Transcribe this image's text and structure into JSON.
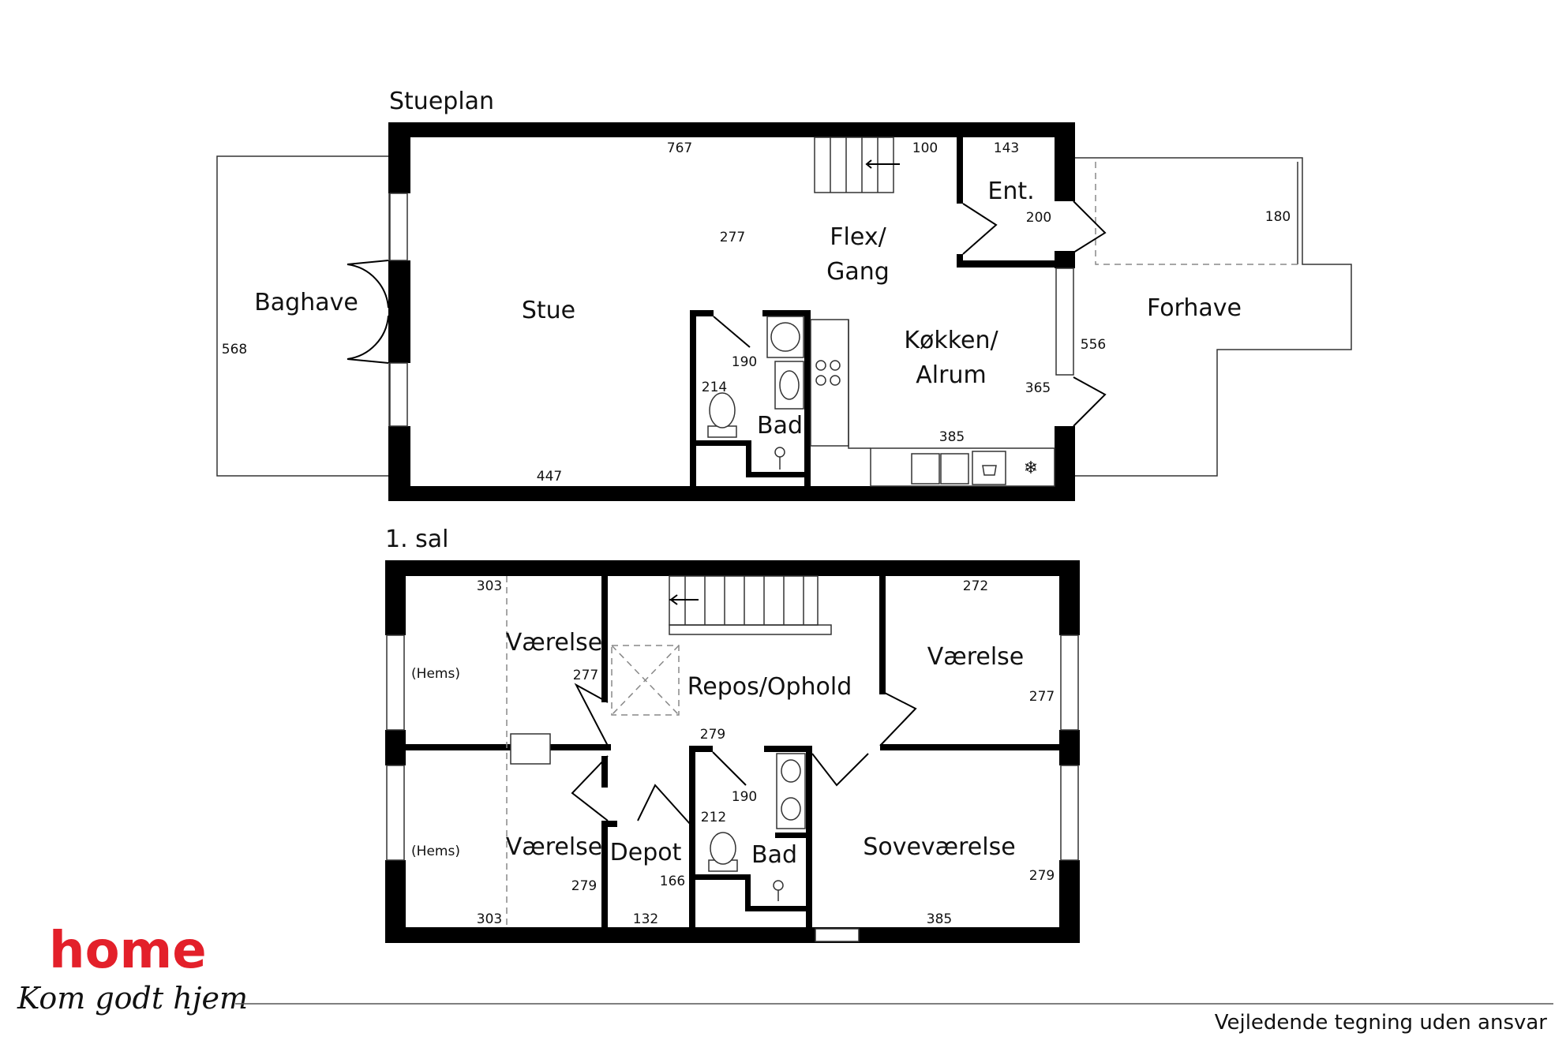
{
  "floors": {
    "ground": {
      "title": "Stueplan",
      "rooms": {
        "baghave": "Baghave",
        "stue": "Stue",
        "flex": "Flex/",
        "gang": "Gang",
        "ent": "Ent.",
        "kokken": "Køkken/",
        "alrum": "Alrum",
        "bad": "Bad",
        "forhave": "Forhave"
      },
      "dimensions": {
        "d767": "767",
        "d100": "100",
        "d143": "143",
        "d200": "200",
        "d180": "180",
        "d277": "277",
        "d568": "568",
        "d190": "190",
        "d214": "214",
        "d556": "556",
        "d365": "365",
        "d385": "385",
        "d447": "447"
      }
    },
    "first": {
      "title": "1. sal",
      "rooms": {
        "vaerelse1": "Værelse",
        "hems1": "(Hems)",
        "repos": "Repos/Ophold",
        "vaerelse2": "Værelse",
        "vaerelse3": "Værelse",
        "hems2": "(Hems)",
        "depot": "Depot",
        "bad": "Bad",
        "sovevaerelse": "Soveværelse"
      },
      "dimensions": {
        "d303a": "303",
        "d272": "272",
        "d277a": "277",
        "d277b": "277",
        "d279a": "279",
        "d190": "190",
        "d212": "212",
        "d279b": "279",
        "d166": "166",
        "d279c": "279",
        "d303b": "303",
        "d132": "132",
        "d385": "385"
      }
    }
  },
  "branding": {
    "logo": "home",
    "slogan": "Kom godt hjem",
    "disclaimer": "Vejledende tegning uden ansvar",
    "brand_color": "#e3202a"
  }
}
